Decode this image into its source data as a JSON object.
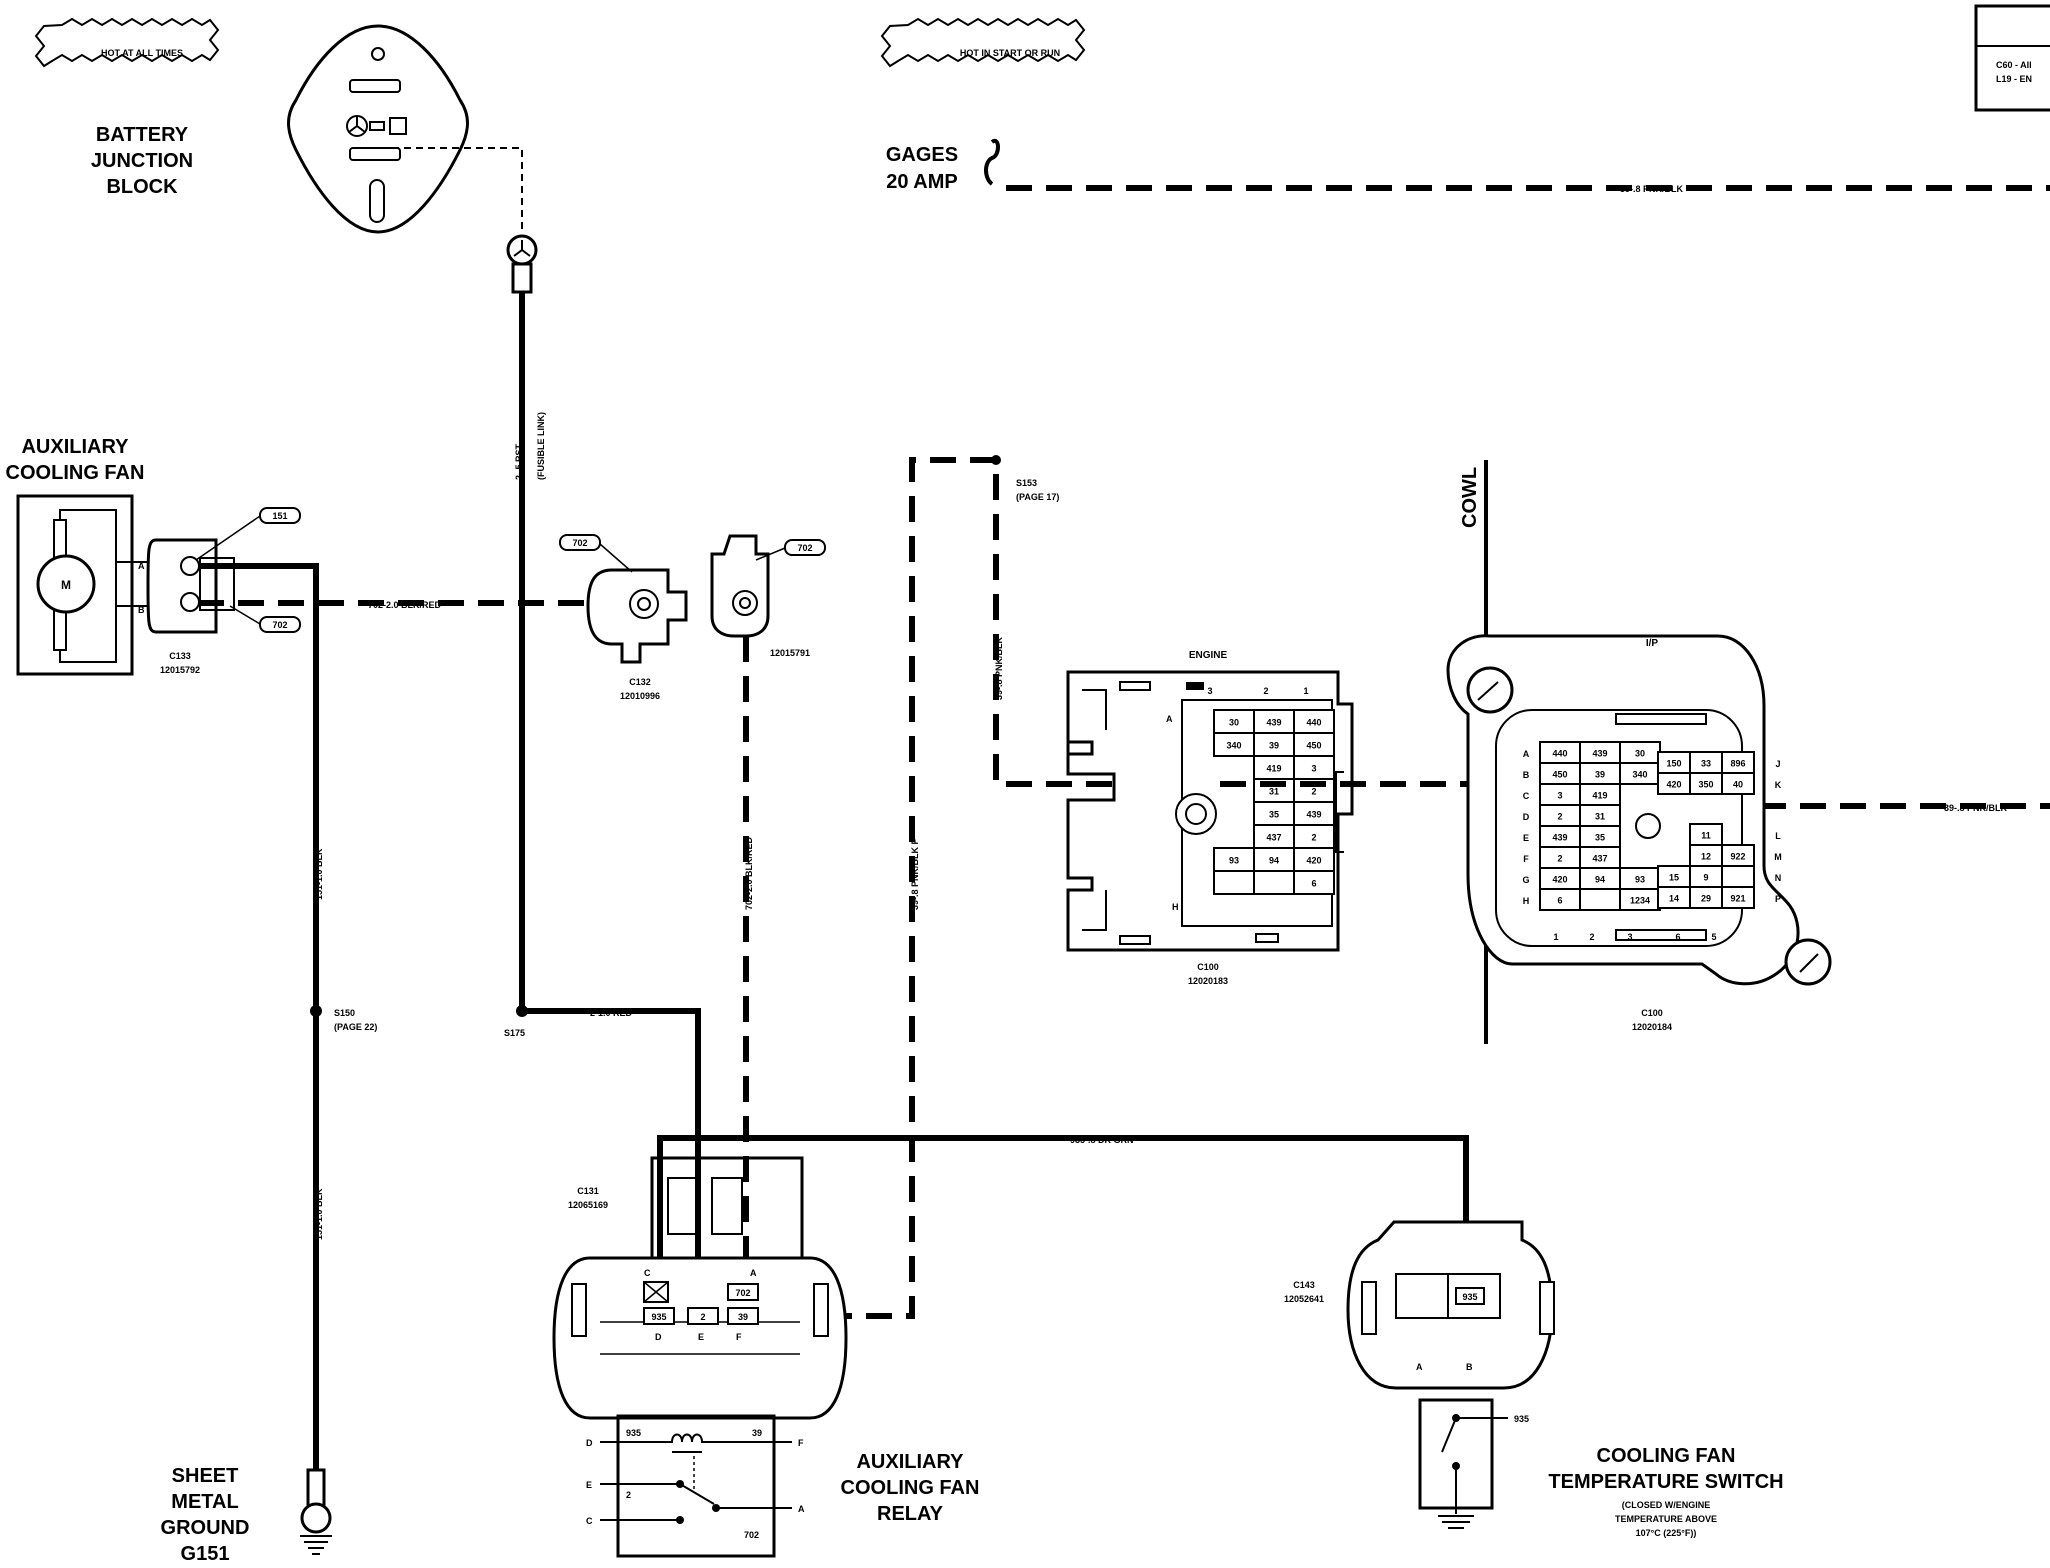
{
  "banners": {
    "hot_at_all_times": "HOT AT ALL TIMES",
    "hot_in_start_or_run": "HOT IN START OR RUN"
  },
  "legend_box": {
    "line1": "C60 - All",
    "line2": "L19 - EN"
  },
  "components": {
    "battery_junction_block": [
      "BATTERY",
      "JUNCTION",
      "BLOCK"
    ],
    "auxiliary_cooling_fan": [
      "AUXILIARY",
      "COOLING FAN"
    ],
    "fan_motor_symbol": "M",
    "gages_fuse": [
      "GAGES",
      "20 AMP"
    ],
    "sheet_metal_ground": [
      "SHEET",
      "METAL",
      "GROUND",
      "G151"
    ],
    "aux_cooling_fan_relay": [
      "AUXILIARY",
      "COOLING FAN",
      "RELAY"
    ],
    "cooling_fan_temp_switch": [
      "COOLING FAN",
      "TEMPERATURE SWITCH"
    ],
    "temp_switch_note": [
      "(CLOSED W/ENGINE",
      "TEMPERATURE ABOVE",
      "107°C (225°F))"
    ],
    "cowl": "COWL",
    "engine_label": "ENGINE",
    "ip_label": "I/P"
  },
  "connectors": {
    "c133": {
      "name": "C133",
      "part": "12015792",
      "pin_a": "A",
      "pin_b": "B",
      "tag_top": "151",
      "tag_bottom": "702"
    },
    "c132": {
      "name": "C132",
      "part": "12010996",
      "tag": "702"
    },
    "c_12015791": {
      "part": "12015791",
      "tag": "702"
    },
    "c131": {
      "name": "C131",
      "part": "12065169",
      "pin_c": "C",
      "pin_a": "A",
      "pin_d": "D",
      "pin_e": "E",
      "pin_f": "F",
      "cav_d": "935",
      "cav_e": "2",
      "cav_f": "39",
      "cav_a": "702"
    },
    "c143": {
      "name": "C143",
      "part": "12052641",
      "cav": "935",
      "pin_a": "A",
      "pin_b": "B"
    },
    "c100_engine": {
      "name": "C100",
      "part": "12020183"
    },
    "c100_ip": {
      "name": "C100",
      "part": "12020184"
    }
  },
  "splices": {
    "s150": [
      "S150",
      "(PAGE 22)"
    ],
    "s175": "S175",
    "s153": [
      "S153",
      "(PAGE 17)"
    ]
  },
  "wires": {
    "w_702_horizontal": "702-2.0 BLK/RED",
    "w_2_5_rst": "2-.5 RST",
    "w_fusible_link": "(FUSIBLE LINK)",
    "w_151_upper": "151-1.0 BLK",
    "w_151_lower": "151-1.0 BLK",
    "w_702_vertical": "702-2.0 BLK/RED",
    "w_39_vertical_upper": "39-.8 PNK/BLK",
    "w_39_vertical_lower": "39-.8 PNK/BLK F",
    "w_39_top": "39-.8 PNK/BLK",
    "w_39_right": "39-.8 PNK/BLK",
    "w_2_red": "2-1.0 RED",
    "w_935": "935-.8 DK GRN"
  },
  "relay_symbol": {
    "pin_d": "D",
    "pin_e": "E",
    "pin_c": "C",
    "pin_f": "F",
    "pin_a": "A",
    "label_935": "935",
    "label_39": "39",
    "label_2": "2",
    "label_702": "702"
  },
  "switch_symbol": {
    "label_935": "935"
  },
  "engine_grid": {
    "cols": [
      "3",
      "2",
      "1"
    ],
    "row_a": "A",
    "row_h": "H",
    "rows": [
      [
        "30",
        "439",
        "440"
      ],
      [
        "340",
        "39",
        "450"
      ],
      [
        "",
        "419",
        "3"
      ],
      [
        "",
        "31",
        "2"
      ],
      [
        "",
        "35",
        "439"
      ],
      [
        "",
        "437",
        "2"
      ],
      [
        "93",
        "94",
        "420"
      ],
      [
        "",
        "",
        "6"
      ]
    ]
  },
  "ip_grid": {
    "row_letters": [
      "A",
      "B",
      "C",
      "D",
      "E",
      "F",
      "G",
      "H"
    ],
    "left_rows": [
      [
        "440",
        "439",
        "30"
      ],
      [
        "450",
        "39",
        "340"
      ],
      [
        "3",
        "419",
        ""
      ],
      [
        "2",
        "31",
        ""
      ],
      [
        "439",
        "35",
        ""
      ],
      [
        "2",
        "437",
        ""
      ],
      [
        "420",
        "94",
        "93"
      ],
      [
        "6",
        "",
        "1234"
      ]
    ],
    "top_right_rows": [
      [
        "150",
        "33",
        "896"
      ],
      [
        "420",
        "350",
        "40"
      ]
    ],
    "top_right_letters": [
      "J",
      "K"
    ],
    "right_rows": [
      [
        "",
        "11",
        ""
      ],
      [
        "",
        "12",
        "922"
      ],
      [
        "15",
        "9",
        ""
      ],
      [
        "14",
        "29",
        "921"
      ]
    ],
    "right_letters": [
      "L",
      "M",
      "N",
      "P"
    ],
    "bottom_numbers": [
      "1",
      "2",
      "3",
      "6",
      "5"
    ]
  }
}
